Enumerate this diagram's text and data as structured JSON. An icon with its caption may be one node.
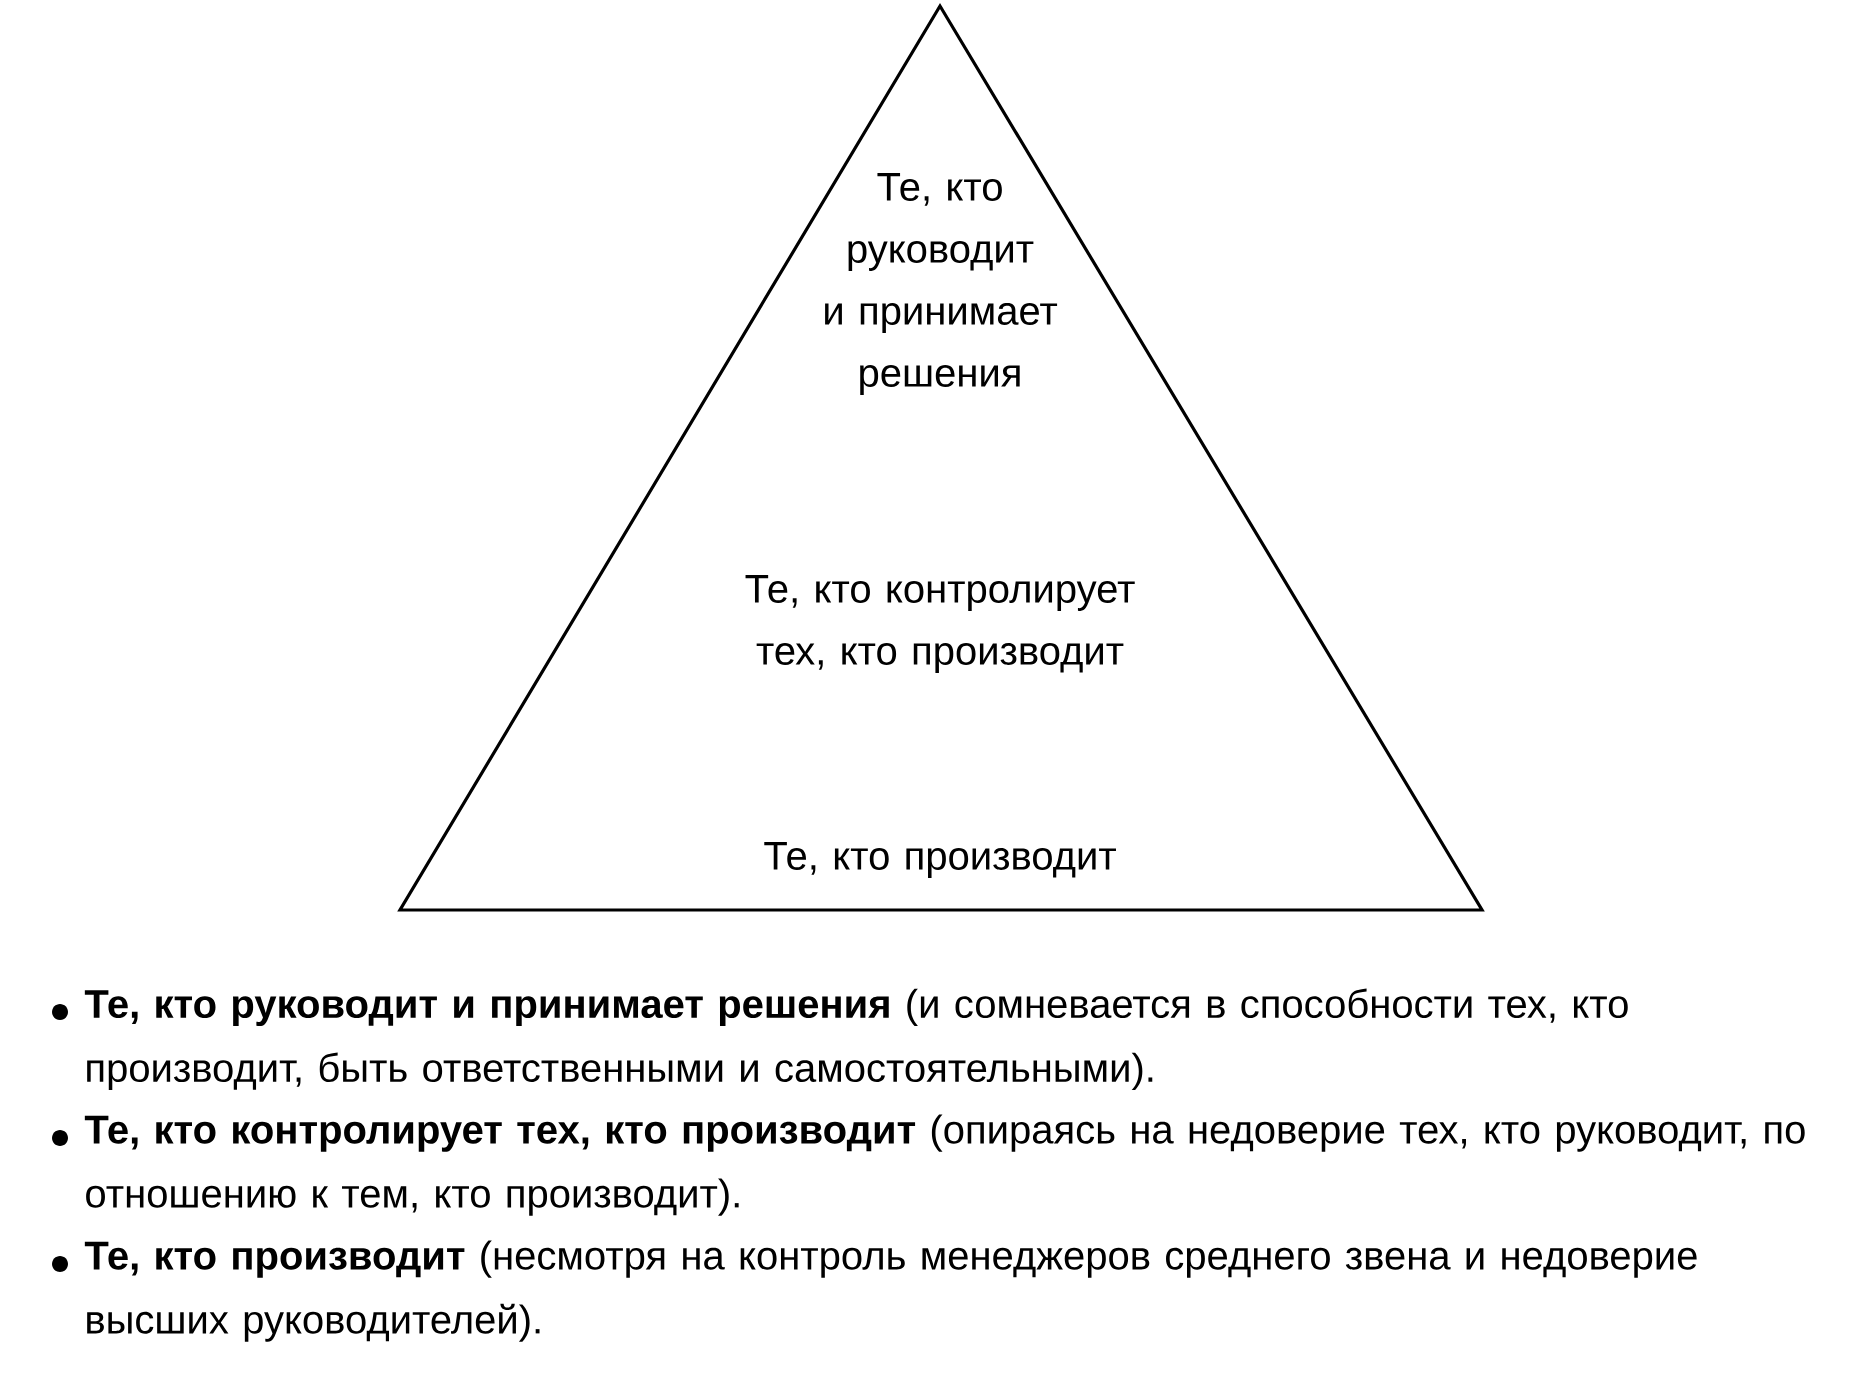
{
  "diagram": {
    "nodes": [
      {
        "text": [
          "Те, кто руководит и принимает решения",
          "Те, кто контролирует тех, кто производит",
          "Те, кто производит"
        ]
      }
    ],
    "labels": [
      "**Те, кто руководит и принимает решения** (и сомневается в способности тех, кто производит, быть ответственными и самостоятельными).",
      "**Те, кто контролирует тех, кто производит** (опираясь на недоверие тех, кто руководит, по отношению к тем, кто производит).",
      "**Те, кто производит** (несмотря на контроль менеджеров среднего звена и недоверие высших руководителей)."
    ]
  }
}
